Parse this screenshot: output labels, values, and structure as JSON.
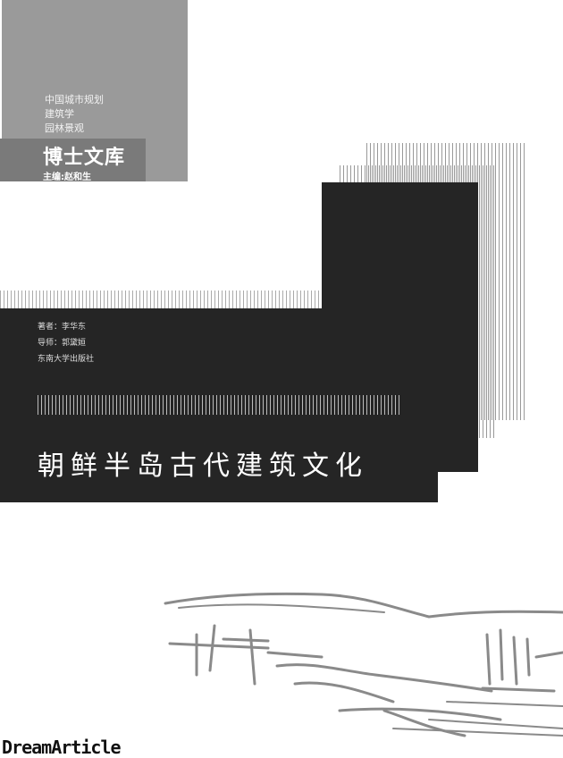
{
  "series": {
    "disciplines": [
      "中国城市规划",
      "建筑学",
      "园林景观"
    ],
    "library": "博士文库",
    "editor": "主编:赵和生"
  },
  "credits": {
    "author": "著者：李华东",
    "advisor": "导师：郭黛姮",
    "publisher": "东南大学出版社"
  },
  "title": "朝鲜半岛古代建筑文化",
  "watermark": "DreamArticle"
}
